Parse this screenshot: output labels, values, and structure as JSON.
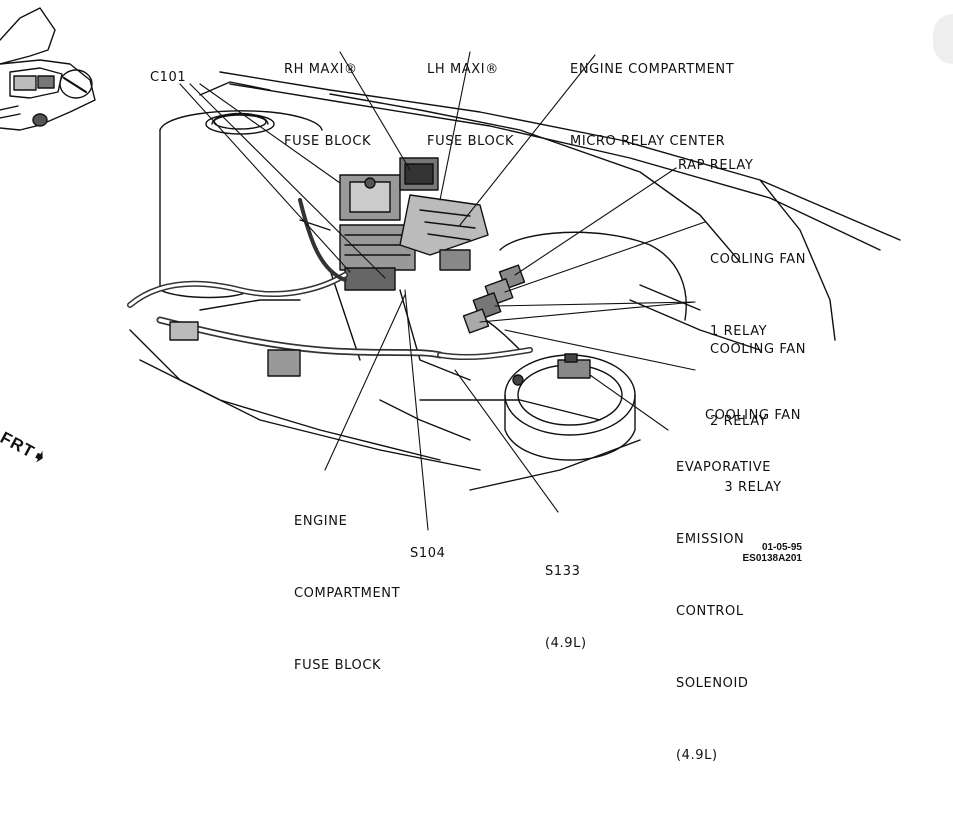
{
  "labels": {
    "c101": "C101",
    "rh_maxi": [
      "RH MAXI®",
      "FUSE BLOCK"
    ],
    "lh_maxi": [
      "LH MAXI®",
      "FUSE BLOCK"
    ],
    "micro_relay": [
      "ENGINE COMPARTMENT",
      "MICRO RELAY CENTER"
    ],
    "rap_relay": "RAP RELAY",
    "fan1": [
      "COOLING FAN",
      "1 RELAY"
    ],
    "fan2": [
      "COOLING FAN",
      "2 RELAY"
    ],
    "fan3": [
      "COOLING FAN",
      "3 RELAY"
    ],
    "evap": [
      "EVAPORATIVE",
      "EMISSION",
      "CONTROL",
      "SOLENOID",
      "(4.9L)"
    ],
    "fuse_block": [
      "ENGINE",
      "COMPARTMENT",
      "FUSE BLOCK"
    ],
    "s104": "S104",
    "s133": [
      "S133",
      "(4.9L)"
    ],
    "frt": "FRT"
  },
  "figure_code": [
    "01-05-95",
    "ES0138A201"
  ]
}
